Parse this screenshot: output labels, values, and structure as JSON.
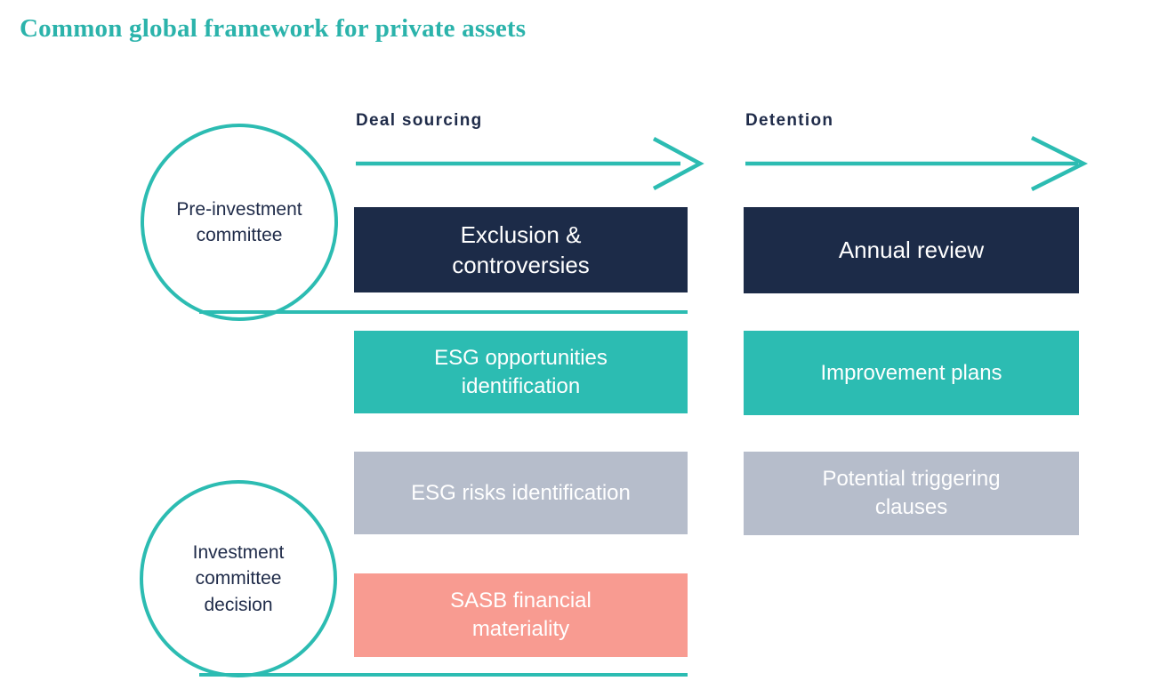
{
  "title": "Common global framework for private assets",
  "colors": {
    "teal": "#2CBCB2",
    "title_teal": "#2BB3AB",
    "navy": "#1C2B48",
    "gray": "#B6BDCB",
    "salmon": "#F89B91",
    "text_navy": "#1F2B49",
    "white": "#FFFFFF"
  },
  "circles": [
    {
      "label": "Pre-investment\ncommittee"
    },
    {
      "label": "Investment\ncommittee\ndecision"
    }
  ],
  "columns": [
    {
      "header": "Deal sourcing",
      "boxes": [
        {
          "label": "Exclusion &\ncontroversies",
          "color": "navy"
        },
        {
          "label": "ESG opportunities\nidentification",
          "color": "teal"
        },
        {
          "label": "ESG risks identification",
          "color": "gray"
        },
        {
          "label": "SASB financial\nmateriality",
          "color": "salmon"
        }
      ]
    },
    {
      "header": "Detention",
      "boxes": [
        {
          "label": "Annual review",
          "color": "navy"
        },
        {
          "label": "Improvement plans",
          "color": "teal"
        },
        {
          "label": "Potential triggering\nclauses",
          "color": "gray"
        }
      ]
    }
  ]
}
